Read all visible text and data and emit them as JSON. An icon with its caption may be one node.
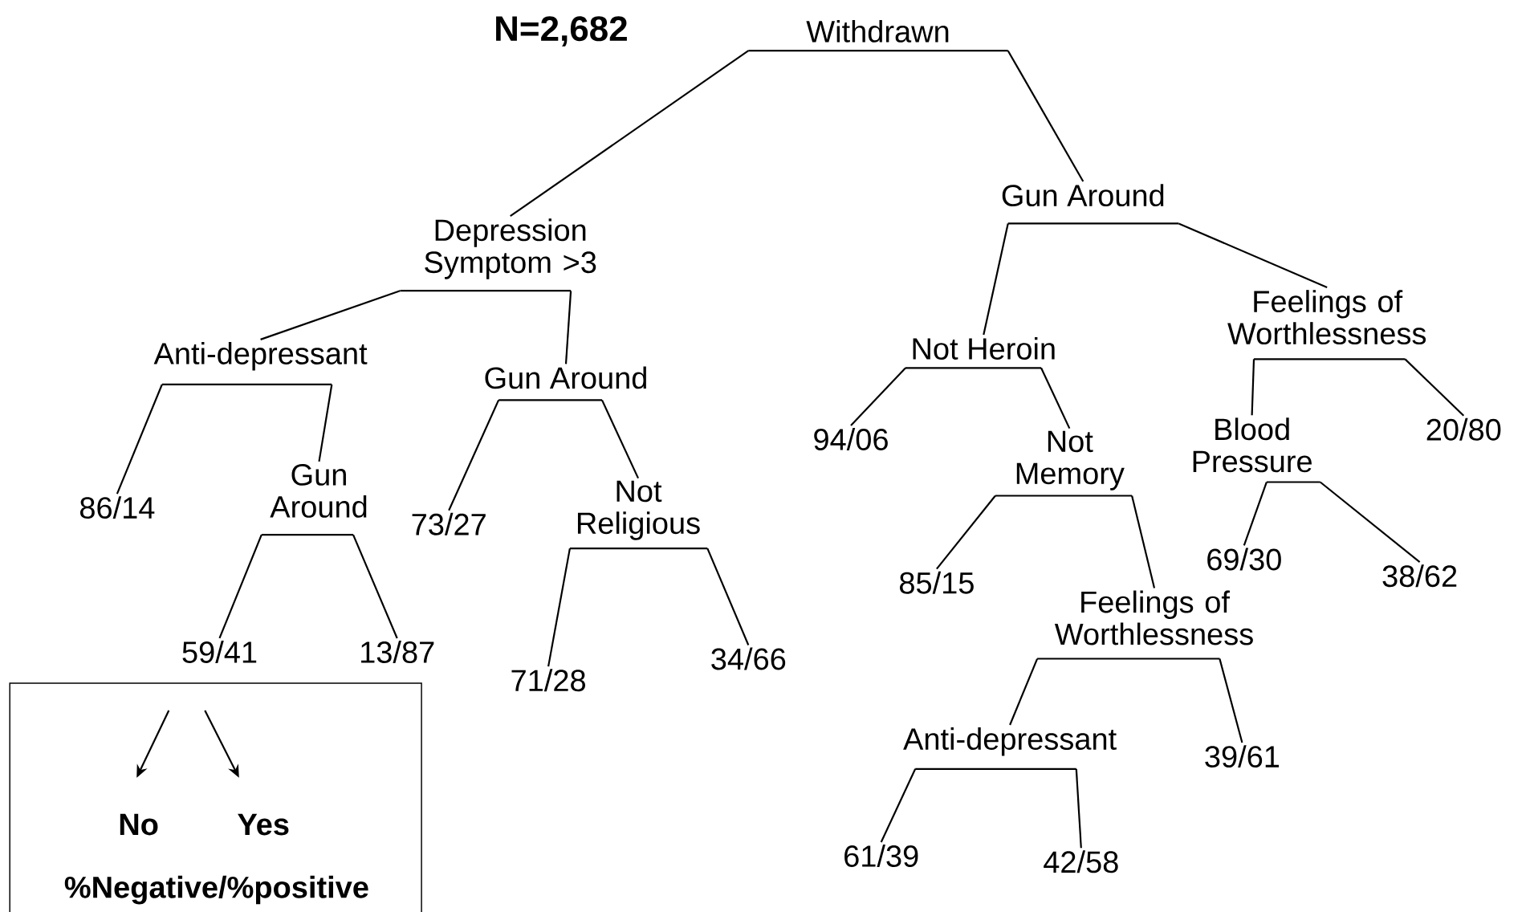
{
  "diagram": {
    "title": "N=2,682",
    "nodes": [
      {
        "text": [
          "Withdrawn"
        ]
      },
      {
        "text": [
          "Depression Symptom >3"
        ]
      },
      {
        "text": [
          "Anti-depressant"
        ]
      },
      {
        "text": [
          "86/14"
        ]
      },
      {
        "text": [
          "Gun Around"
        ]
      },
      {
        "text": [
          "59/41"
        ]
      },
      {
        "text": [
          "13/87"
        ]
      },
      {
        "text": [
          "Gun Around"
        ]
      },
      {
        "text": [
          "73/27"
        ]
      },
      {
        "text": [
          "Not Religious"
        ]
      },
      {
        "text": [
          "71/28"
        ]
      },
      {
        "text": [
          "34/66"
        ]
      },
      {
        "text": [
          "Gun Around"
        ]
      },
      {
        "text": [
          "Not Heroin"
        ]
      },
      {
        "text": [
          "94/06"
        ]
      },
      {
        "text": [
          "Not Memory"
        ]
      },
      {
        "text": [
          "85/15"
        ]
      },
      {
        "text": [
          "Feelings of Worthlessness"
        ]
      },
      {
        "text": [
          "Anti-depressant"
        ]
      },
      {
        "text": [
          "61/39"
        ]
      },
      {
        "text": [
          "42/58"
        ]
      },
      {
        "text": [
          "39/61"
        ]
      },
      {
        "text": [
          "Feelings of Worthlessness"
        ]
      },
      {
        "text": [
          "Blood Pressure"
        ]
      },
      {
        "text": [
          "69/30"
        ]
      },
      {
        "text": [
          "38/62"
        ]
      },
      {
        "text": [
          "20/80"
        ]
      }
    ],
    "edges": [
      {
        "from": 0,
        "to": 1,
        "arrow": "none"
      },
      {
        "from": 0,
        "to": 12,
        "arrow": "none"
      },
      {
        "from": 1,
        "to": 2,
        "arrow": "none"
      },
      {
        "from": 1,
        "to": 7,
        "arrow": "none"
      },
      {
        "from": 2,
        "to": 3,
        "arrow": "none"
      },
      {
        "from": 2,
        "to": 4,
        "arrow": "none"
      },
      {
        "from": 4,
        "to": 5,
        "arrow": "none"
      },
      {
        "from": 4,
        "to": 6,
        "arrow": "none"
      },
      {
        "from": 7,
        "to": 8,
        "arrow": "none"
      },
      {
        "from": 7,
        "to": 9,
        "arrow": "none"
      },
      {
        "from": 9,
        "to": 10,
        "arrow": "none"
      },
      {
        "from": 9,
        "to": 11,
        "arrow": "none"
      },
      {
        "from": 12,
        "to": 13,
        "arrow": "none"
      },
      {
        "from": 12,
        "to": 22,
        "arrow": "none"
      },
      {
        "from": 13,
        "to": 14,
        "arrow": "none"
      },
      {
        "from": 13,
        "to": 15,
        "arrow": "none"
      },
      {
        "from": 15,
        "to": 16,
        "arrow": "none"
      },
      {
        "from": 15,
        "to": 17,
        "arrow": "none"
      },
      {
        "from": 17,
        "to": 18,
        "arrow": "none"
      },
      {
        "from": 17,
        "to": 21,
        "arrow": "none"
      },
      {
        "from": 18,
        "to": 19,
        "arrow": "none"
      },
      {
        "from": 18,
        "to": 20,
        "arrow": "none"
      },
      {
        "from": 22,
        "to": 23,
        "arrow": "none"
      },
      {
        "from": 22,
        "to": 26,
        "arrow": "none"
      },
      {
        "from": 23,
        "to": 24,
        "arrow": "none"
      },
      {
        "from": 23,
        "to": 25,
        "arrow": "none"
      }
    ],
    "labels": [
      "%Negative/%positive"
    ],
    "legend": [
      {
        "text": "No"
      },
      {
        "text": "Yes"
      }
    ]
  }
}
